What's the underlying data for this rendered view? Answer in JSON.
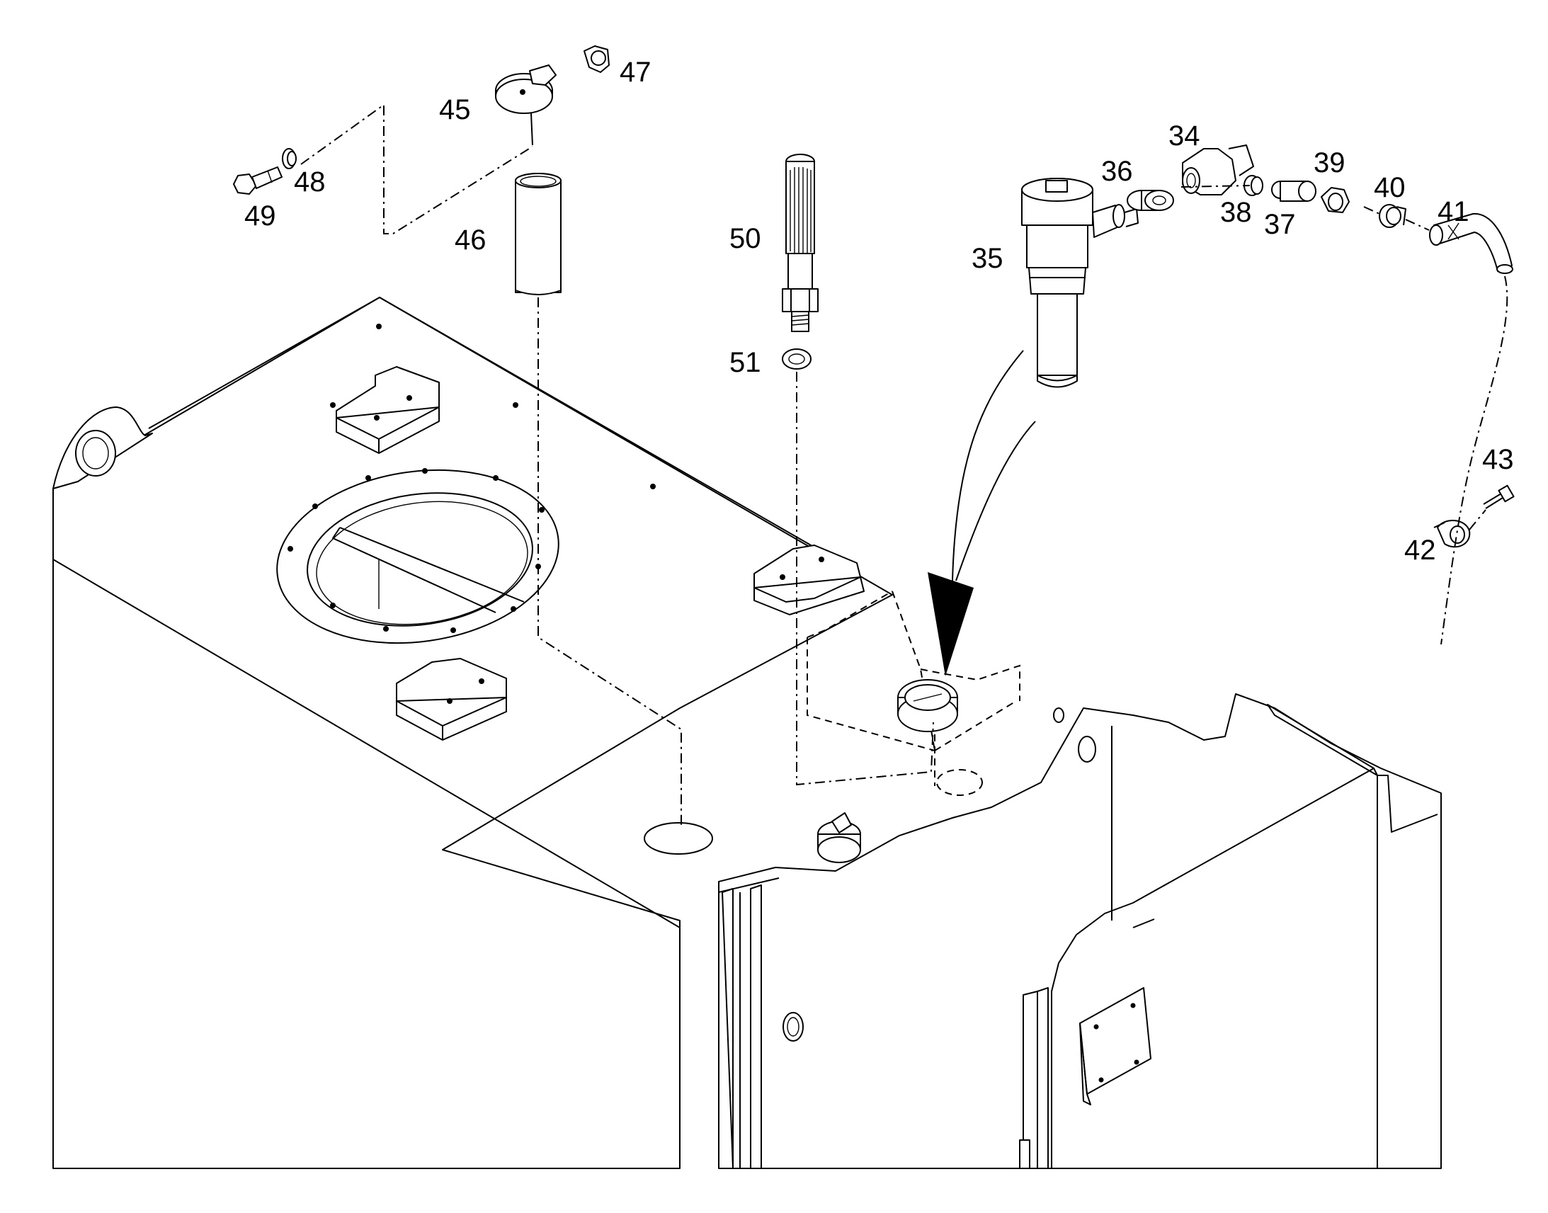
{
  "diagram": {
    "callouts": [
      "34",
      "35",
      "36",
      "37",
      "38",
      "39",
      "40",
      "41",
      "42",
      "43",
      "45",
      "46",
      "47",
      "48",
      "49",
      "50",
      "51"
    ]
  }
}
